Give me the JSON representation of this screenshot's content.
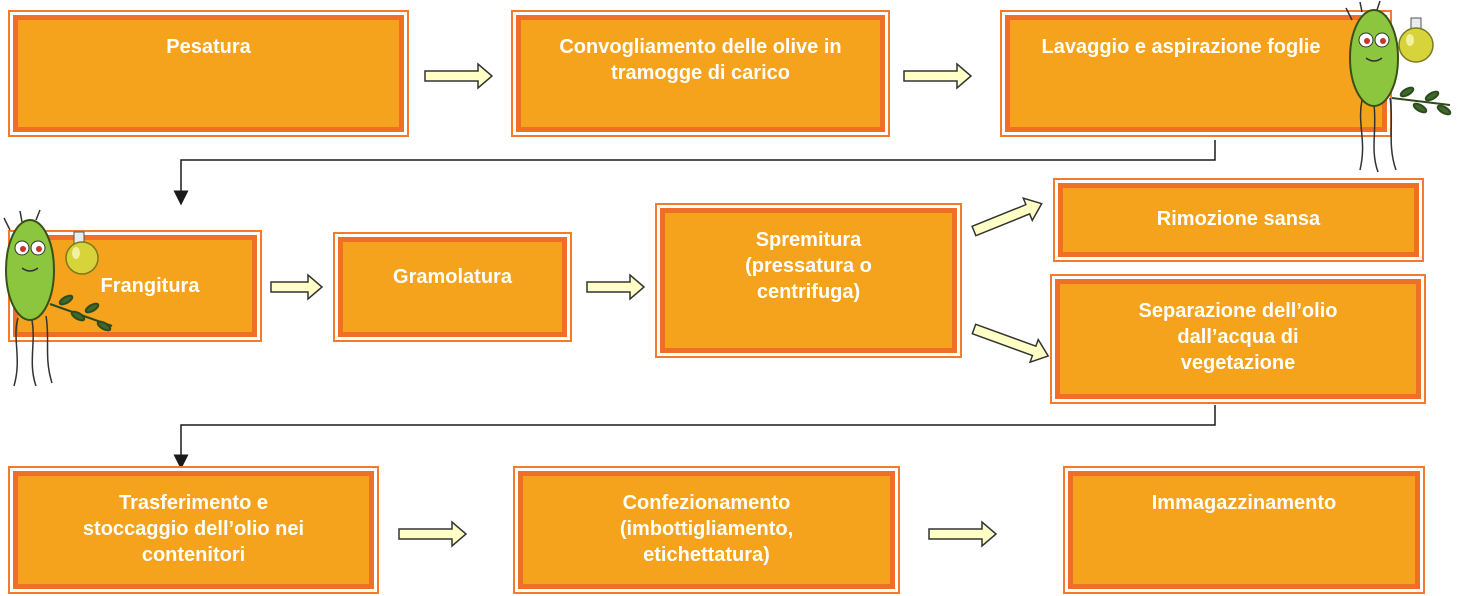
{
  "steps": {
    "pesatura": "Pesatura",
    "convogliamento": "Convogliamento delle olive in tramogge di carico",
    "lavaggio": "Lavaggio e aspirazione foglie",
    "frangitura": "Frangitura",
    "gramolatura": "Gramolatura",
    "spremitura": "Spremitura (pressatura o centrifuga)",
    "rimozione": "Rimozione sansa",
    "separazione": "Separazione dell’olio dall’acqua di vegetazione",
    "trasferimento": "Trasferimento e stoccaggio dell’olio nei contenitori",
    "confezionamento": "Confezionamento (imbottigliamento, etichettatura)",
    "immagazzinamento": "Immagazzinamento"
  },
  "colors": {
    "box_fill": "#f5a31c",
    "box_inner_border": "#ef6f26",
    "box_outer_border": "#f47b2a",
    "arrow_fill": "#ffffc6",
    "arrow_stroke": "#333333",
    "connector": "#1a1a1a",
    "mascot_body": "#8cc63f"
  },
  "icons": [
    "olive-mascot-icon",
    "oil-flask-icon",
    "olive-branch-icon"
  ]
}
